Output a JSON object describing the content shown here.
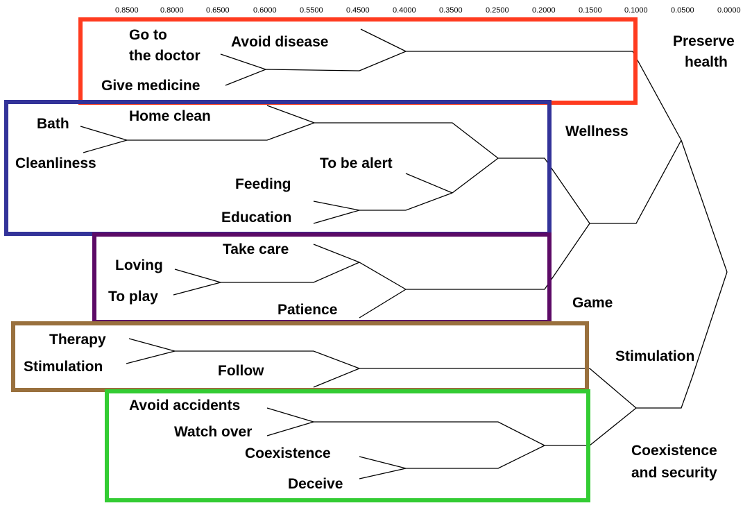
{
  "axis_ticks": [
    "0.8500",
    "0.8000",
    "0.6500",
    "0.6000",
    "0.5500",
    "0.4500",
    "0.4000",
    "0.3500",
    "0.2500",
    "0.2000",
    "0.1500",
    "0.1000",
    "0.0500",
    "0.0000"
  ],
  "leaves": {
    "go_to_the_doctor": [
      "Go to",
      "the doctor"
    ],
    "avoid_disease": "Avoid disease",
    "give_medicine": "Give medicine",
    "bath": "Bath",
    "home_clean": "Home clean",
    "cleanliness": "Cleanliness",
    "to_be_alert": "To be alert",
    "feeding": "Feeding",
    "education": "Education",
    "take_care": "Take care",
    "loving": "Loving",
    "to_play": "To play",
    "patience": "Patience",
    "therapy": "Therapy",
    "stimulation": "Stimulation",
    "follow": "Follow",
    "avoid_accidents": "Avoid accidents",
    "watch_over": "Watch over",
    "coexistence": "Coexistence",
    "deceive": "Deceive"
  },
  "groups": {
    "preserve_health": [
      "Preserve",
      "health"
    ],
    "wellness": "Wellness",
    "game": "Game",
    "stimulation": "Stimulation",
    "coexistence_and_security": [
      "Coexistence",
      "and security"
    ]
  },
  "group_colors": {
    "preserve_health": "#ff3b1f",
    "wellness": "#333399",
    "game": "#5c0a66",
    "stimulation": "#99703d",
    "coexistence_and_security": "#33cc33"
  }
}
